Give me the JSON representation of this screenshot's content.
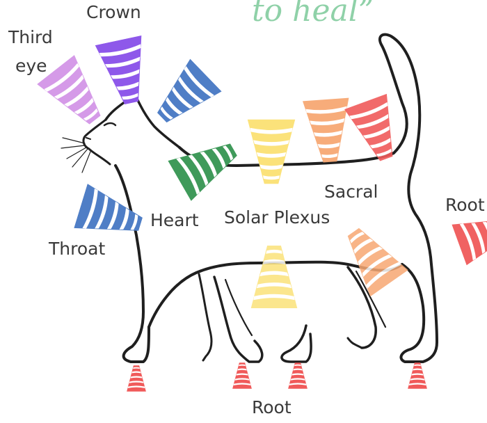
{
  "quote": {
    "text": "to heal”",
    "color": "#8fd1a8"
  },
  "labels": {
    "crown": "Crown",
    "third_eye_line1": "Third",
    "third_eye_line2": "eye",
    "throat": "Throat",
    "heart": "Heart",
    "solar_plexus": "Solar Plexus",
    "sacral": "Sacral",
    "root_tail": "Root",
    "root_paws": "Root"
  },
  "colors": {
    "crown": "#8e58ea",
    "third_eye": "#d59ae8",
    "throat": "#4f7ec6",
    "heart": "#3f9a5a",
    "solar_plexus": "#fbe27a",
    "sacral": "#f7a873",
    "root": "#f05a5a",
    "outline": "#1f1f1f"
  },
  "icons": {
    "cone": "striped-cone-icon",
    "cat": "cat-outline-icon"
  }
}
